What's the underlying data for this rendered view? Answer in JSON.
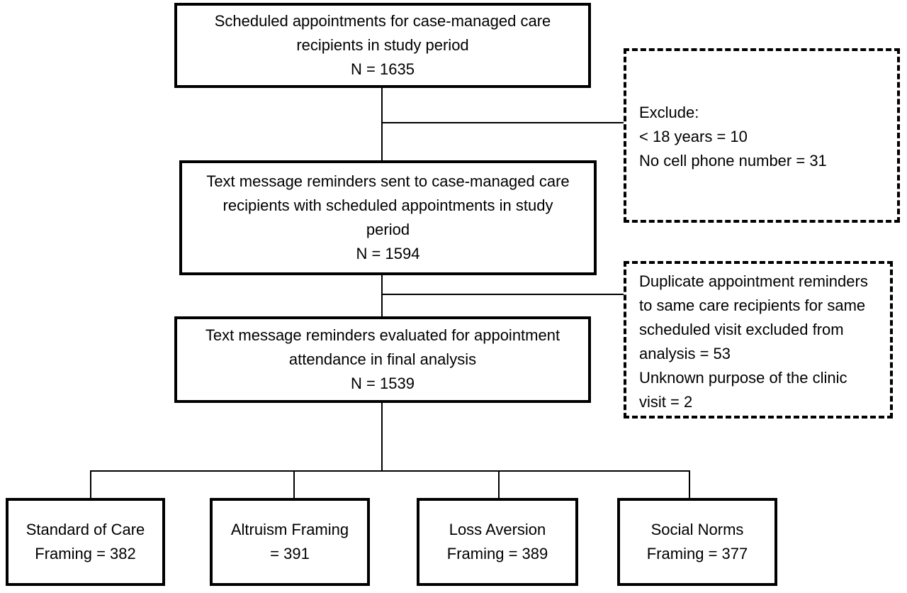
{
  "boxes": {
    "scheduled": {
      "lines": [
        "Scheduled appointments for case-managed care",
        "recipients in study period",
        "N = 1635"
      ]
    },
    "sent": {
      "lines": [
        "Text message reminders sent to case-managed care",
        "recipients with scheduled appointments in study",
        "period",
        "N = 1594"
      ]
    },
    "evaluated": {
      "lines": [
        "Text message reminders evaluated for appointment",
        "attendance in final analysis",
        "N = 1539"
      ]
    },
    "arms": [
      {
        "lines": [
          "Standard of Care",
          "Framing = 382"
        ]
      },
      {
        "lines": [
          "Altruism Framing",
          "= 391"
        ]
      },
      {
        "lines": [
          "Loss Aversion",
          "Framing = 389"
        ]
      },
      {
        "lines": [
          "Social Norms",
          "Framing = 377"
        ]
      }
    ]
  },
  "exclusions": {
    "first": {
      "lines": [
        " Exclude:",
        "< 18 years = 10",
        "No cell phone number = 31"
      ]
    },
    "second": {
      "lines": [
        "Duplicate appointment reminders",
        "to same care recipients for same",
        "scheduled visit excluded from",
        "analysis = 53",
        "Unknown purpose of the clinic",
        "visit = 2"
      ]
    }
  }
}
